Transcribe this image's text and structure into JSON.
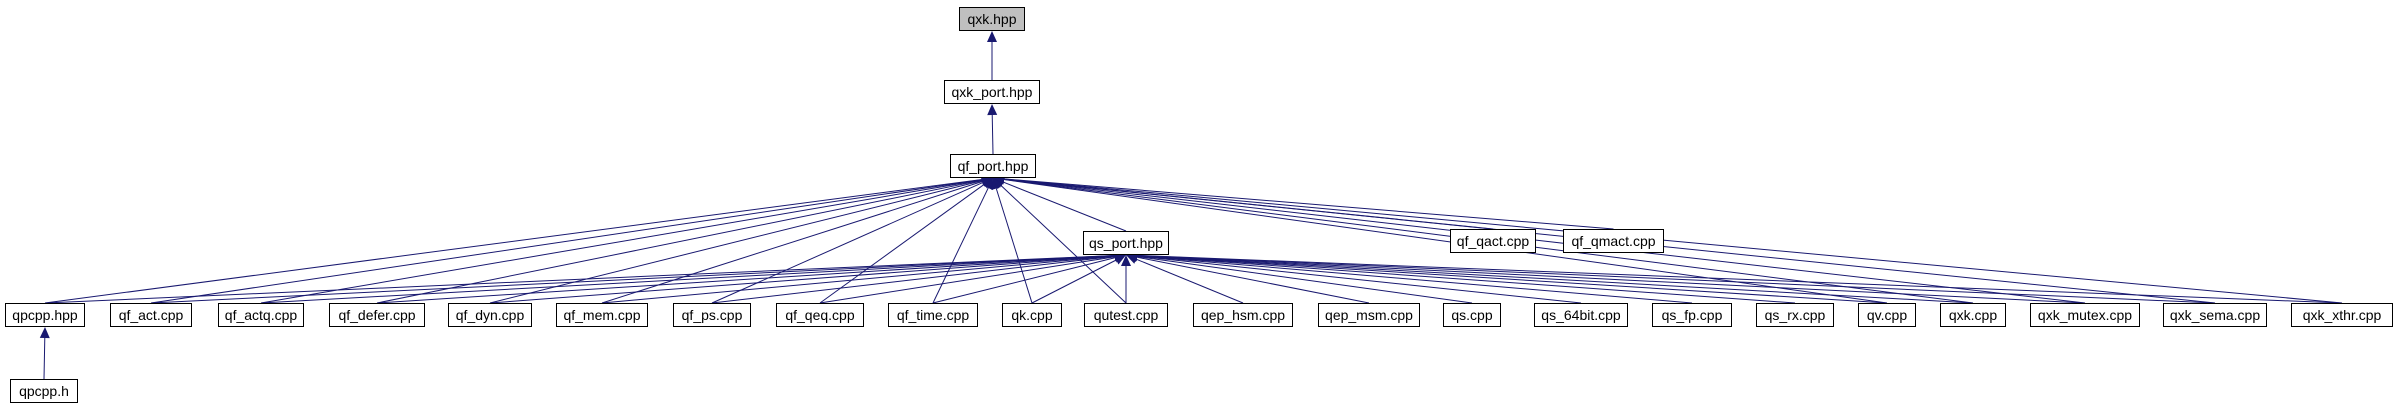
{
  "graph": {
    "edge_color": "#191970",
    "root_fill": "#bfbfbf",
    "node_fill": "#ffffff",
    "nodes": {
      "qxk_hpp": "qxk.hpp",
      "qxk_port_hpp": "qxk_port.hpp",
      "qf_port_hpp": "qf_port.hpp",
      "qs_port_hpp": "qs_port.hpp",
      "qf_qact_cpp": "qf_qact.cpp",
      "qf_qmact_cpp": "qf_qmact.cpp",
      "qpcpp_hpp": "qpcpp.hpp",
      "qf_act_cpp": "qf_act.cpp",
      "qf_actq_cpp": "qf_actq.cpp",
      "qf_defer_cpp": "qf_defer.cpp",
      "qf_dyn_cpp": "qf_dyn.cpp",
      "qf_mem_cpp": "qf_mem.cpp",
      "qf_ps_cpp": "qf_ps.cpp",
      "qf_qeq_cpp": "qf_qeq.cpp",
      "qf_time_cpp": "qf_time.cpp",
      "qk_cpp": "qk.cpp",
      "qutest_cpp": "qutest.cpp",
      "qep_hsm_cpp": "qep_hsm.cpp",
      "qep_msm_cpp": "qep_msm.cpp",
      "qs_cpp": "qs.cpp",
      "qs_64bit_cpp": "qs_64bit.cpp",
      "qs_fp_cpp": "qs_fp.cpp",
      "qs_rx_cpp": "qs_rx.cpp",
      "qv_cpp": "qv.cpp",
      "qxk_cpp": "qxk.cpp",
      "qxk_mutex_cpp": "qxk_mutex.cpp",
      "qxk_sema_cpp": "qxk_sema.cpp",
      "qxk_xthr_cpp": "qxk_xthr.cpp",
      "qpcpp_h": "qpcpp.h"
    },
    "edges": [
      [
        "qxk_port_hpp",
        "qxk_hpp"
      ],
      [
        "qf_port_hpp",
        "qxk_port_hpp"
      ],
      [
        "qs_port_hpp",
        "qf_port_hpp"
      ],
      [
        "qf_qact_cpp",
        "qf_port_hpp"
      ],
      [
        "qf_qmact_cpp",
        "qf_port_hpp"
      ],
      [
        "qpcpp_hpp",
        "qf_port_hpp"
      ],
      [
        "qf_act_cpp",
        "qf_port_hpp"
      ],
      [
        "qf_actq_cpp",
        "qf_port_hpp"
      ],
      [
        "qf_defer_cpp",
        "qf_port_hpp"
      ],
      [
        "qf_dyn_cpp",
        "qf_port_hpp"
      ],
      [
        "qf_mem_cpp",
        "qf_port_hpp"
      ],
      [
        "qf_ps_cpp",
        "qf_port_hpp"
      ],
      [
        "qf_qeq_cpp",
        "qf_port_hpp"
      ],
      [
        "qf_time_cpp",
        "qf_port_hpp"
      ],
      [
        "qk_cpp",
        "qf_port_hpp"
      ],
      [
        "qutest_cpp",
        "qf_port_hpp"
      ],
      [
        "qv_cpp",
        "qf_port_hpp"
      ],
      [
        "qxk_cpp",
        "qf_port_hpp"
      ],
      [
        "qxk_mutex_cpp",
        "qf_port_hpp"
      ],
      [
        "qxk_sema_cpp",
        "qf_port_hpp"
      ],
      [
        "qxk_xthr_cpp",
        "qf_port_hpp"
      ],
      [
        "qpcpp_hpp",
        "qs_port_hpp"
      ],
      [
        "qf_act_cpp",
        "qs_port_hpp"
      ],
      [
        "qf_actq_cpp",
        "qs_port_hpp"
      ],
      [
        "qf_defer_cpp",
        "qs_port_hpp"
      ],
      [
        "qf_dyn_cpp",
        "qs_port_hpp"
      ],
      [
        "qf_mem_cpp",
        "qs_port_hpp"
      ],
      [
        "qf_ps_cpp",
        "qs_port_hpp"
      ],
      [
        "qf_qeq_cpp",
        "qs_port_hpp"
      ],
      [
        "qf_time_cpp",
        "qs_port_hpp"
      ],
      [
        "qk_cpp",
        "qs_port_hpp"
      ],
      [
        "qutest_cpp",
        "qs_port_hpp"
      ],
      [
        "qep_hsm_cpp",
        "qs_port_hpp"
      ],
      [
        "qep_msm_cpp",
        "qs_port_hpp"
      ],
      [
        "qs_cpp",
        "qs_port_hpp"
      ],
      [
        "qs_64bit_cpp",
        "qs_port_hpp"
      ],
      [
        "qs_fp_cpp",
        "qs_port_hpp"
      ],
      [
        "qs_rx_cpp",
        "qs_port_hpp"
      ],
      [
        "qv_cpp",
        "qs_port_hpp"
      ],
      [
        "qxk_cpp",
        "qs_port_hpp"
      ],
      [
        "qxk_mutex_cpp",
        "qs_port_hpp"
      ],
      [
        "qxk_sema_cpp",
        "qs_port_hpp"
      ],
      [
        "qxk_xthr_cpp",
        "qs_port_hpp"
      ],
      [
        "qpcpp_h",
        "qpcpp_hpp"
      ]
    ]
  }
}
